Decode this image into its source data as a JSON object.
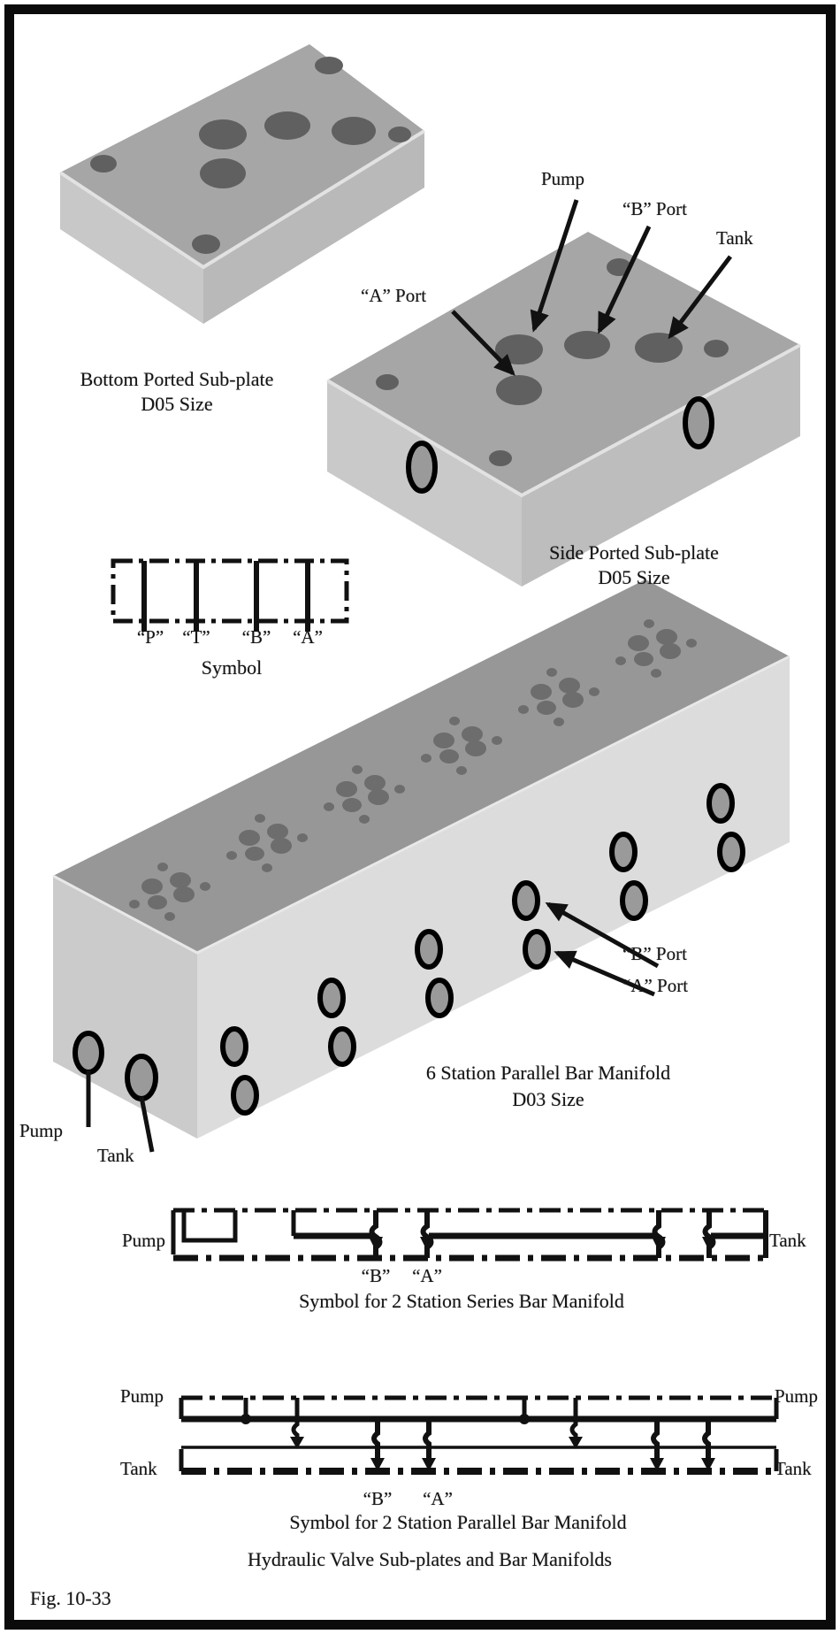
{
  "figure": {
    "title": "Hydraulic Valve Sub-plates and Bar Manifolds",
    "fig_number": "Fig. 10-33"
  },
  "bottom_ported_subplate": {
    "caption_line1": "Bottom Ported Sub-plate",
    "caption_line2": "D05 Size"
  },
  "side_ported_subplate": {
    "caption_line1": "Side Ported Sub-plate",
    "caption_line2": "D05 Size",
    "labels": {
      "pump": "Pump",
      "b_port": "“B” Port",
      "tank": "Tank",
      "a_port": "“A” Port"
    }
  },
  "valve_symbol": {
    "port_labels": [
      "“P”",
      "“T”",
      "“B”",
      "“A”"
    ],
    "caption": "Symbol"
  },
  "manifold": {
    "caption_line1": "6 Station Parallel Bar Manifold",
    "caption_line2": "D03 Size",
    "labels": {
      "b_port": "“B” Port",
      "a_port": "“A” Port",
      "pump": "Pump",
      "tank": "Tank"
    }
  },
  "series_symbol": {
    "pump": "Pump",
    "tank": "Tank",
    "b": "“B”",
    "a": "“A”",
    "caption": "Symbol for 2 Station Series Bar Manifold"
  },
  "parallel_symbol": {
    "pump_left": "Pump",
    "pump_right": "Pump",
    "tank_left": "Tank",
    "tank_right": "Tank",
    "b": "“B”",
    "a": "“A”",
    "caption": "Symbol for 2 Station Parallel Bar Manifold"
  },
  "colors": {
    "ink": "#111111",
    "plate_top": "#a6a6a6",
    "plate_side_light": "#c8c8c8",
    "plate_side_mid": "#b9b9b9",
    "manifold_top": "#979797",
    "manifold_front": "#dcdcdc",
    "manifold_end": "#cbcbcb",
    "hole_dark": "#606060",
    "port_fill": "#9a9a9a",
    "background": "#ffffff"
  }
}
